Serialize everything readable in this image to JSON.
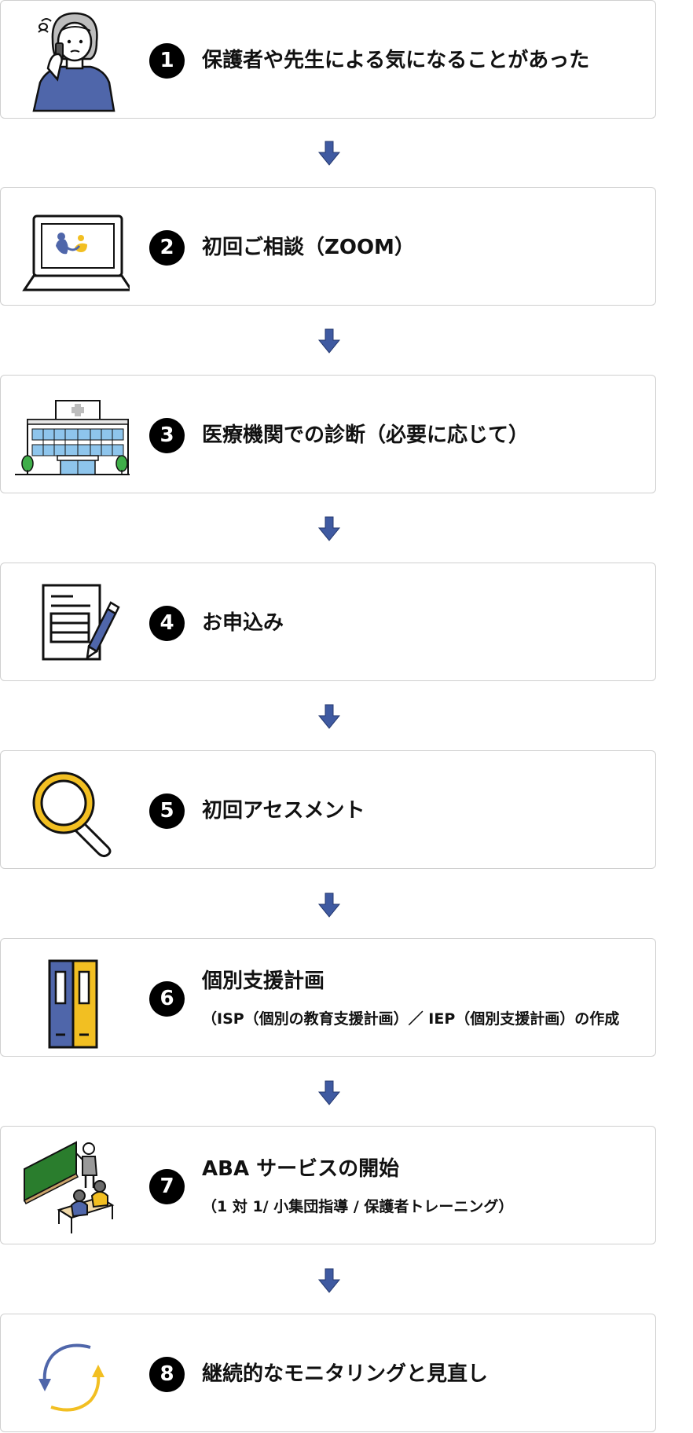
{
  "colors": {
    "border": "#cfcfcf",
    "badge": "#000000",
    "arrow": "#3f5aa1",
    "accent_yellow": "#f2bf22",
    "accent_blue": "#4f66aa",
    "green": "#2a7d2d"
  },
  "steps": [
    {
      "number": "1",
      "title": "保護者や先生による気になることがあった",
      "subtitle": "",
      "icon": "worried-parent-phone-icon"
    },
    {
      "number": "2",
      "title": "初回ご相談（ZOOM）",
      "subtitle": "",
      "icon": "laptop-video-call-icon"
    },
    {
      "number": "3",
      "title": "医療機関での診断（必要に応じて）",
      "subtitle": "",
      "icon": "hospital-icon"
    },
    {
      "number": "4",
      "title": "お申込み",
      "subtitle": "",
      "icon": "application-form-pen-icon"
    },
    {
      "number": "5",
      "title": "初回アセスメント",
      "subtitle": "",
      "icon": "magnifying-glass-icon"
    },
    {
      "number": "6",
      "title": "個別支援計画",
      "subtitle": "（ISP（個別の教育支援計画）／ IEP（個別支援計画）の作成",
      "icon": "binders-icon"
    },
    {
      "number": "7",
      "title": "ABA サービスの開始",
      "subtitle": "（1 対 1/ 小集団指導 / 保護者トレーニング）",
      "icon": "classroom-icon"
    },
    {
      "number": "8",
      "title": "継続的なモニタリングと見直し",
      "subtitle": "",
      "icon": "cycle-arrows-icon"
    }
  ]
}
